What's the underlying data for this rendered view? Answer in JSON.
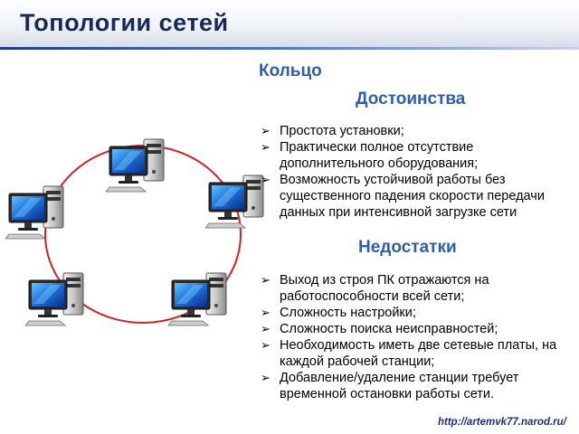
{
  "slide": {
    "title": "Топологии сетей",
    "topology_name": "Кольцо",
    "advantages_heading": "Достоинства",
    "advantages": [
      "Простота установки;",
      "Практически полное отсутствие дополнительного оборудования;",
      "Возможность устойчивой работы без существенного падения скорости передачи данных при интенсивной загрузке сети"
    ],
    "disadvantages_heading": "Недостатки",
    "disadvantages": [
      "Выход из строя ПК отражаются на работоспособности всей сети;",
      "Сложность настройки;",
      "Сложность поиска неисправностей;",
      "Необходимость иметь две сетевые платы, на каждой рабочей станции;",
      "Добавление/удаление станции требует временной остановки работы сети."
    ],
    "bullet_glyph": "➢",
    "footer_url": "http://artemvk77.narod.ru/"
  },
  "colors": {
    "title": "#16295c",
    "headings": "#2c5fb0",
    "ring": "#d62020"
  },
  "icons": {
    "computer": "computer-workstation-icon"
  }
}
